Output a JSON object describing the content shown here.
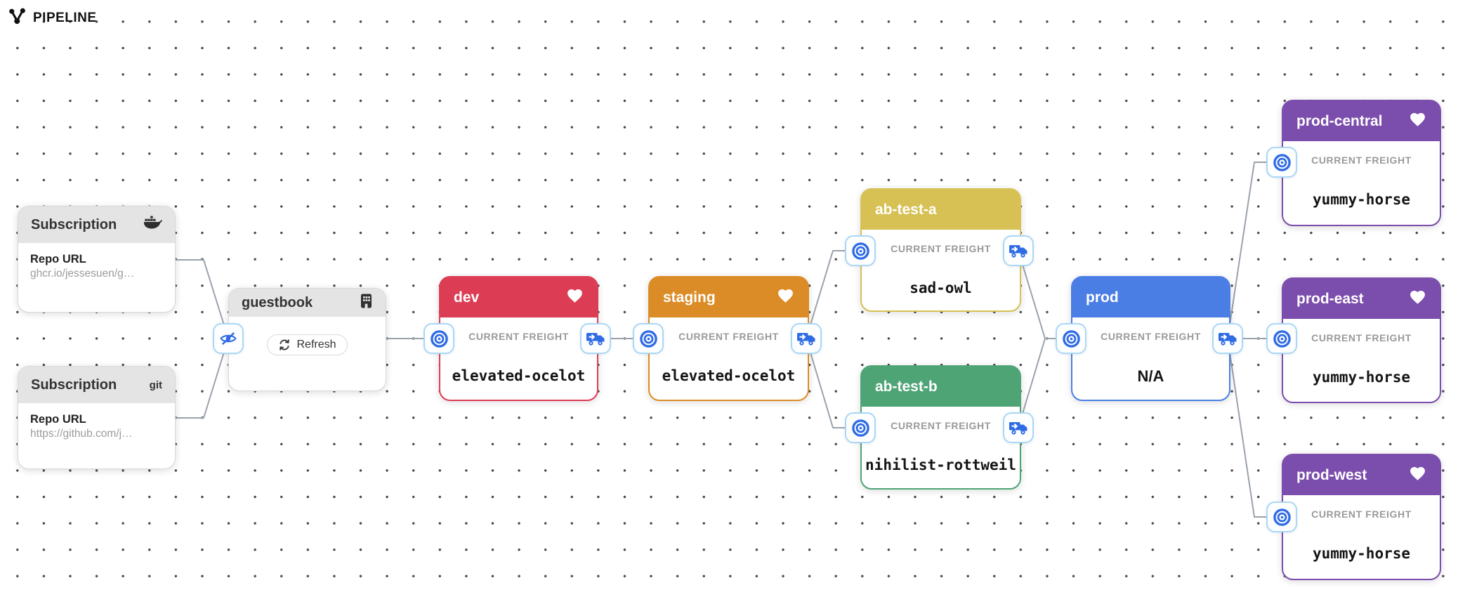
{
  "header": {
    "title": "PIPELINE",
    "icon": "share-nodes-icon"
  },
  "labels": {
    "current_freight": "CURRENT FREIGHT",
    "repo_url": "Repo URL"
  },
  "colors": {
    "edge": "#9aa2ac",
    "badge_border": "#a9d7f7",
    "badge_icon_blue": "#2f6be5",
    "gray_header": "#e4e4e4",
    "stage_red": "#dc3d55",
    "stage_orange": "#dc8c26",
    "stage_yellow": "#d7c155",
    "stage_green": "#4fa476",
    "stage_blue": "#4b7ee5",
    "stage_purple": "#7b4dac"
  },
  "subscriptions": [
    {
      "title": "Subscription",
      "type_icon": "docker-icon",
      "repo_label": "Repo URL",
      "repo_url": "ghcr.io/jessesuen/g…"
    },
    {
      "title": "Subscription",
      "type_tag": "git",
      "repo_label": "Repo URL",
      "repo_url": "https://github.com/j…"
    }
  ],
  "warehouse": {
    "title": "guestbook",
    "icon": "building-icon",
    "refresh_label": "Refresh",
    "hidden_subscriptions_icon": "eye-slash-icon"
  },
  "stages": [
    {
      "name": "dev",
      "color": "#dc3d55",
      "freight": "elevated-ocelot",
      "favorite": true,
      "has_truck": true
    },
    {
      "name": "staging",
      "color": "#dc8c26",
      "freight": "elevated-ocelot",
      "favorite": true,
      "has_truck": true
    },
    {
      "name": "ab-test-a",
      "color": "#d7c155",
      "freight": "sad-owl",
      "favorite": false,
      "has_truck": true
    },
    {
      "name": "ab-test-b",
      "color": "#4fa476",
      "freight": "nihilist-rottweil",
      "favorite": false,
      "has_truck": true
    },
    {
      "name": "prod",
      "color": "#4b7ee5",
      "freight": "N/A",
      "favorite": false,
      "has_truck": true
    },
    {
      "name": "prod-central",
      "color": "#7b4dac",
      "freight": "yummy-horse",
      "favorite": true,
      "has_truck": false
    },
    {
      "name": "prod-east",
      "color": "#7b4dac",
      "freight": "yummy-horse",
      "favorite": true,
      "has_truck": false
    },
    {
      "name": "prod-west",
      "color": "#7b4dac",
      "freight": "yummy-horse",
      "favorite": true,
      "has_truck": false
    }
  ],
  "edges": [
    {
      "from": "subscription-ghcr",
      "to": "guestbook"
    },
    {
      "from": "subscription-git",
      "to": "guestbook"
    },
    {
      "from": "guestbook",
      "to": "dev"
    },
    {
      "from": "dev",
      "to": "staging"
    },
    {
      "from": "staging",
      "to": "ab-test-a"
    },
    {
      "from": "staging",
      "to": "ab-test-b"
    },
    {
      "from": "ab-test-a",
      "to": "prod"
    },
    {
      "from": "ab-test-b",
      "to": "prod"
    },
    {
      "from": "prod",
      "to": "prod-central"
    },
    {
      "from": "prod",
      "to": "prod-east"
    },
    {
      "from": "prod",
      "to": "prod-west"
    }
  ]
}
